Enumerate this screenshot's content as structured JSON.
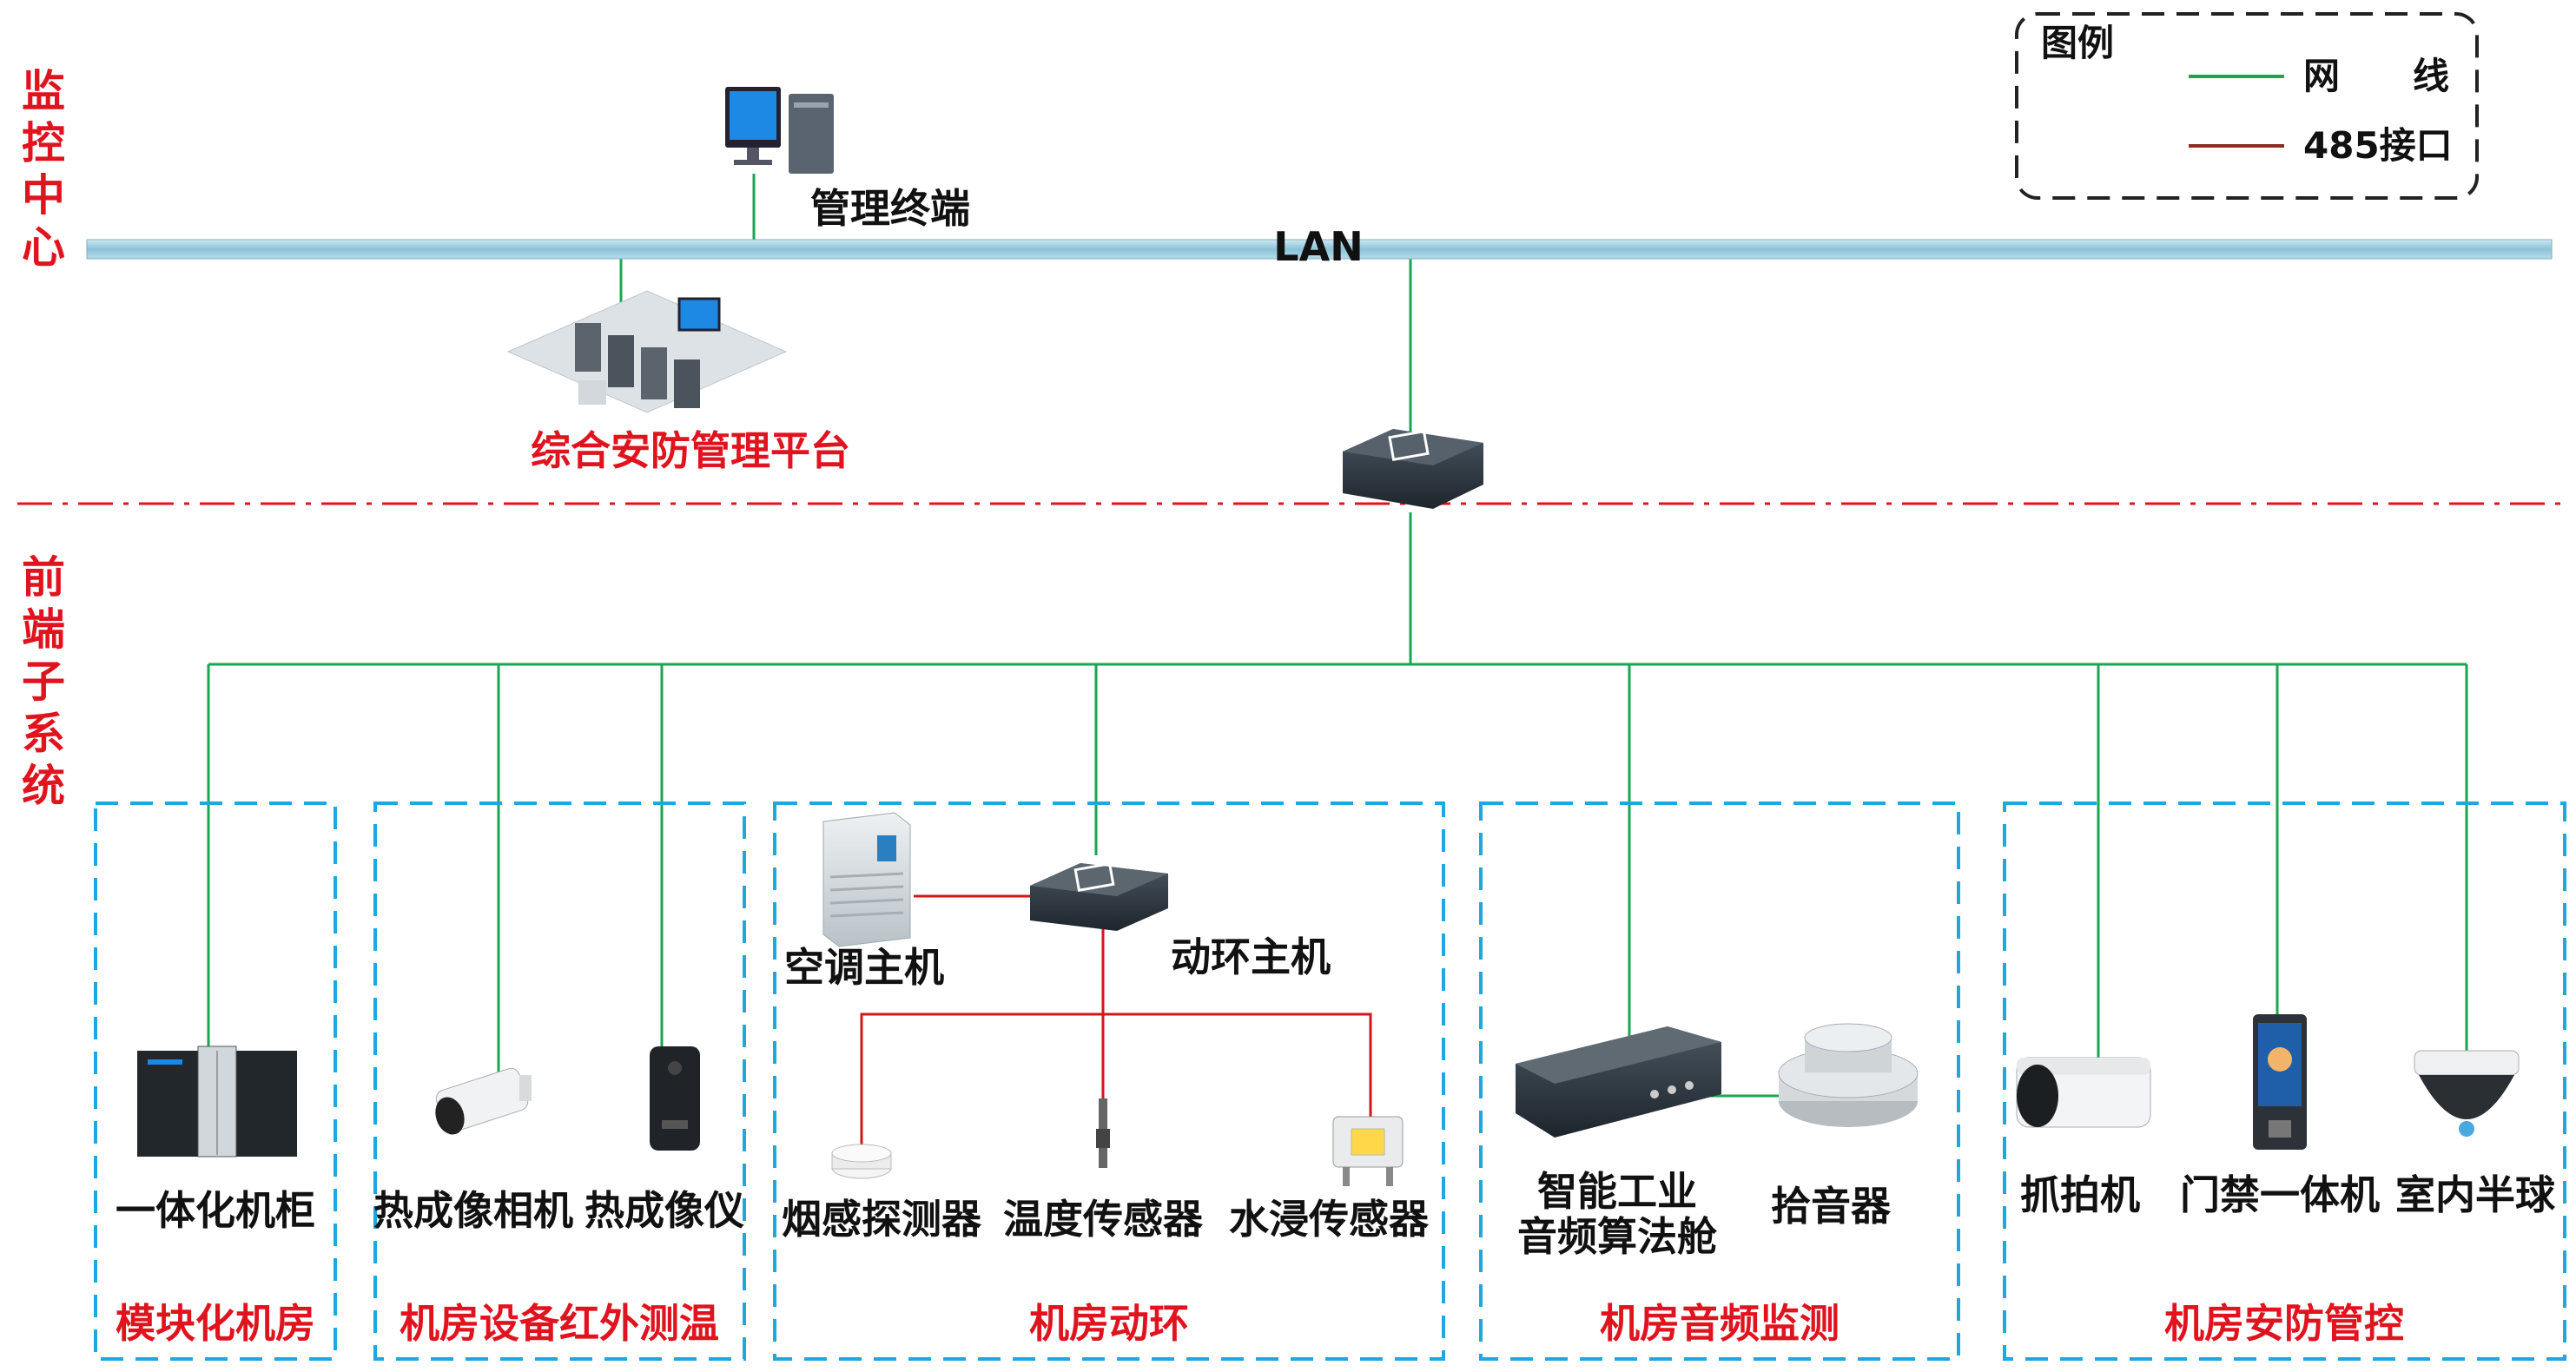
{
  "zones": {
    "monitoring_center": [
      "监",
      "控",
      "中",
      "心"
    ],
    "frontend_subsystem": [
      "前",
      "端",
      "子",
      "系",
      "统"
    ]
  },
  "legend": {
    "title": "图例",
    "items": [
      {
        "label": "网　　线",
        "color": "#1aa650"
      },
      {
        "label": "485接口",
        "color": "#8b2b22"
      }
    ]
  },
  "network": {
    "lan_label": "LAN",
    "management_terminal": "管理终端",
    "security_platform": "综合安防管理平台"
  },
  "devices": {
    "integrated_cabinet": "一体化机柜",
    "thermal_camera": "热成像相机",
    "thermal_imager": "热成像仪",
    "ac_host": "空调主机",
    "env_host": "动环主机",
    "smoke_detector": "烟感探测器",
    "temp_sensor": "温度传感器",
    "water_sensor": "水浸传感器",
    "audio_cabin_line1": "智能工业",
    "audio_cabin_line2": "音频算法舱",
    "pickup": "拾音器",
    "capture_camera": "抓拍机",
    "access_terminal": "门禁一体机",
    "indoor_dome": "室内半球"
  },
  "groups": {
    "modular_room": "模块化机房",
    "infrared_temp": "机房设备红外测温",
    "env_monitoring": "机房动环",
    "audio_monitoring": "机房音频监测",
    "security_control": "机房安防管控"
  },
  "colors": {
    "network_line": "#1aa650",
    "rs485_line": "#8b2b22",
    "group_border": "#1ea8e0",
    "zone_divider": "#e0141e",
    "label_red": "#e0141e"
  }
}
